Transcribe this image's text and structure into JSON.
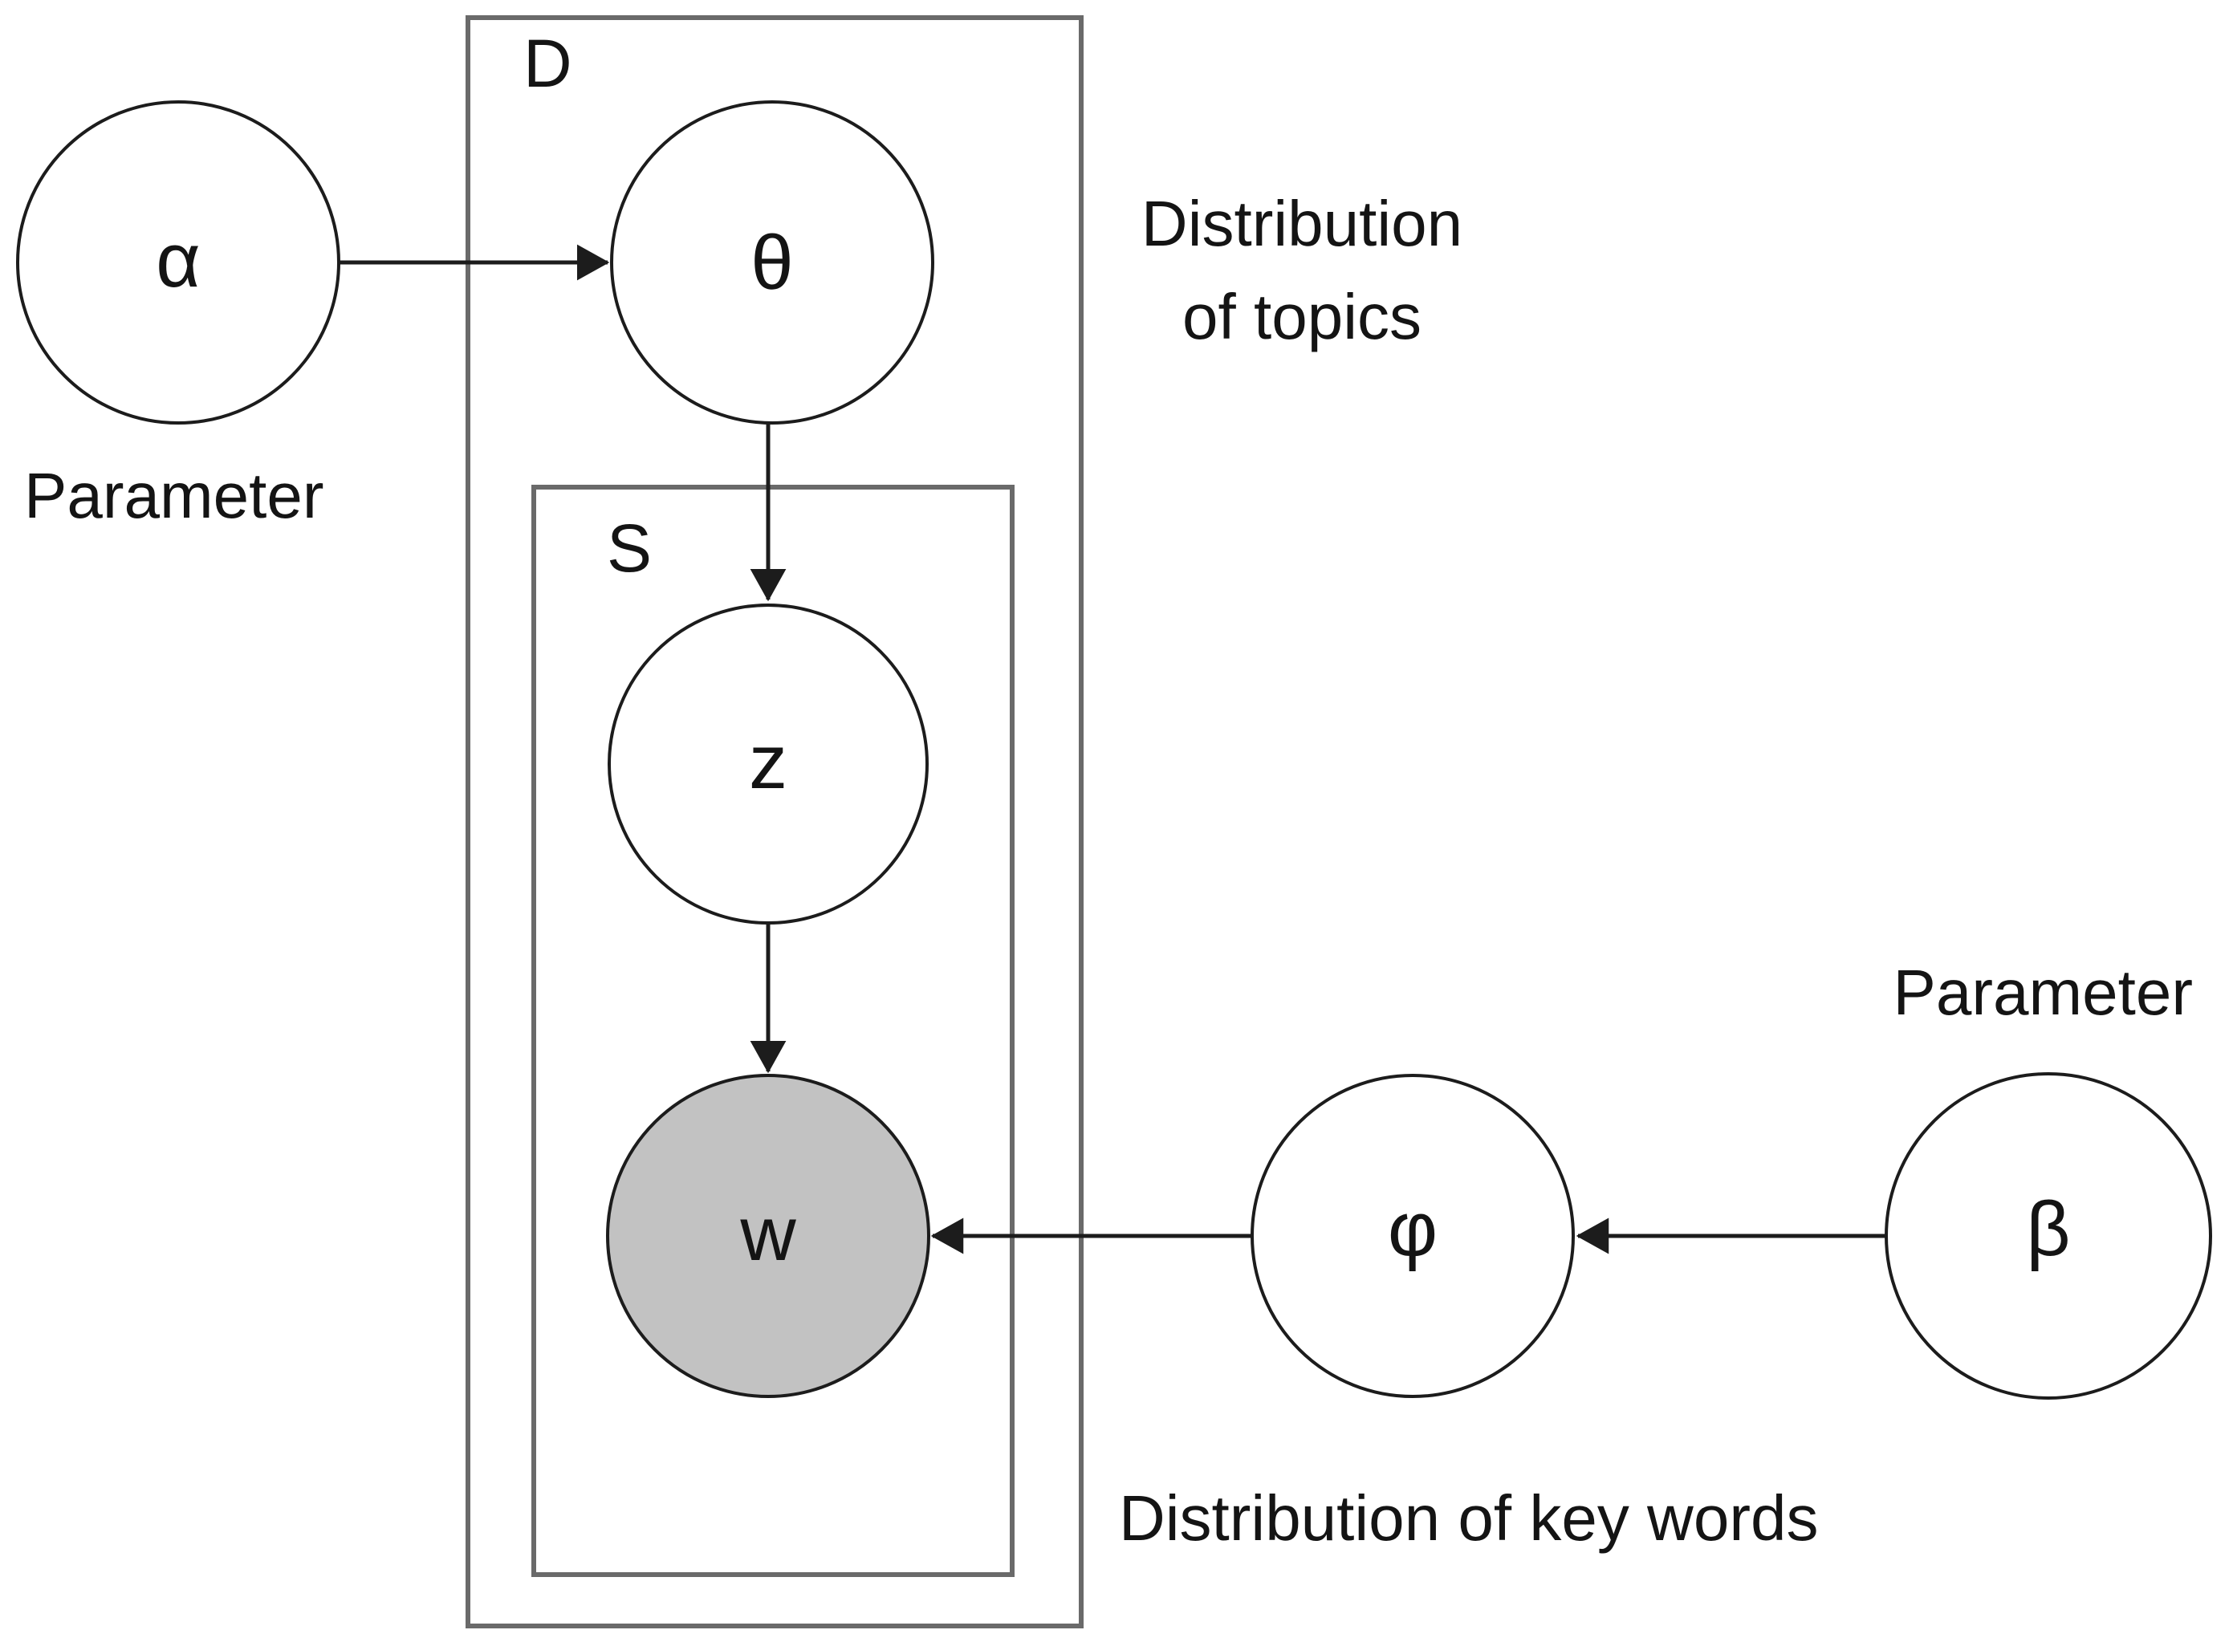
{
  "diagram": {
    "type": "plate-notation-graphical-model",
    "nodes": {
      "alpha": {
        "label": "α",
        "shaded": false
      },
      "theta": {
        "label": "θ",
        "shaded": false
      },
      "z": {
        "label": "z",
        "shaded": false
      },
      "w": {
        "label": "w",
        "shaded": true
      },
      "phi": {
        "label": "φ",
        "shaded": false
      },
      "beta": {
        "label": "β",
        "shaded": false
      }
    },
    "plates": {
      "outer": {
        "label": "D"
      },
      "inner": {
        "label": "S"
      }
    },
    "edges": [
      {
        "from": "alpha",
        "to": "theta"
      },
      {
        "from": "theta",
        "to": "z"
      },
      {
        "from": "z",
        "to": "w"
      },
      {
        "from": "phi",
        "to": "w"
      },
      {
        "from": "beta",
        "to": "phi"
      }
    ],
    "annotations": {
      "left_parameter": "Parameter",
      "topics_line1": "Distribution",
      "topics_line2": "of topics",
      "right_parameter": "Parameter",
      "keywords": "Distribution of key words"
    },
    "colors": {
      "stroke": "#1c1c1c",
      "plate_stroke": "#6a6a6a",
      "node_fill": "#ffffff",
      "shaded_node_fill": "#c2c2c2",
      "text": "#141414"
    }
  }
}
